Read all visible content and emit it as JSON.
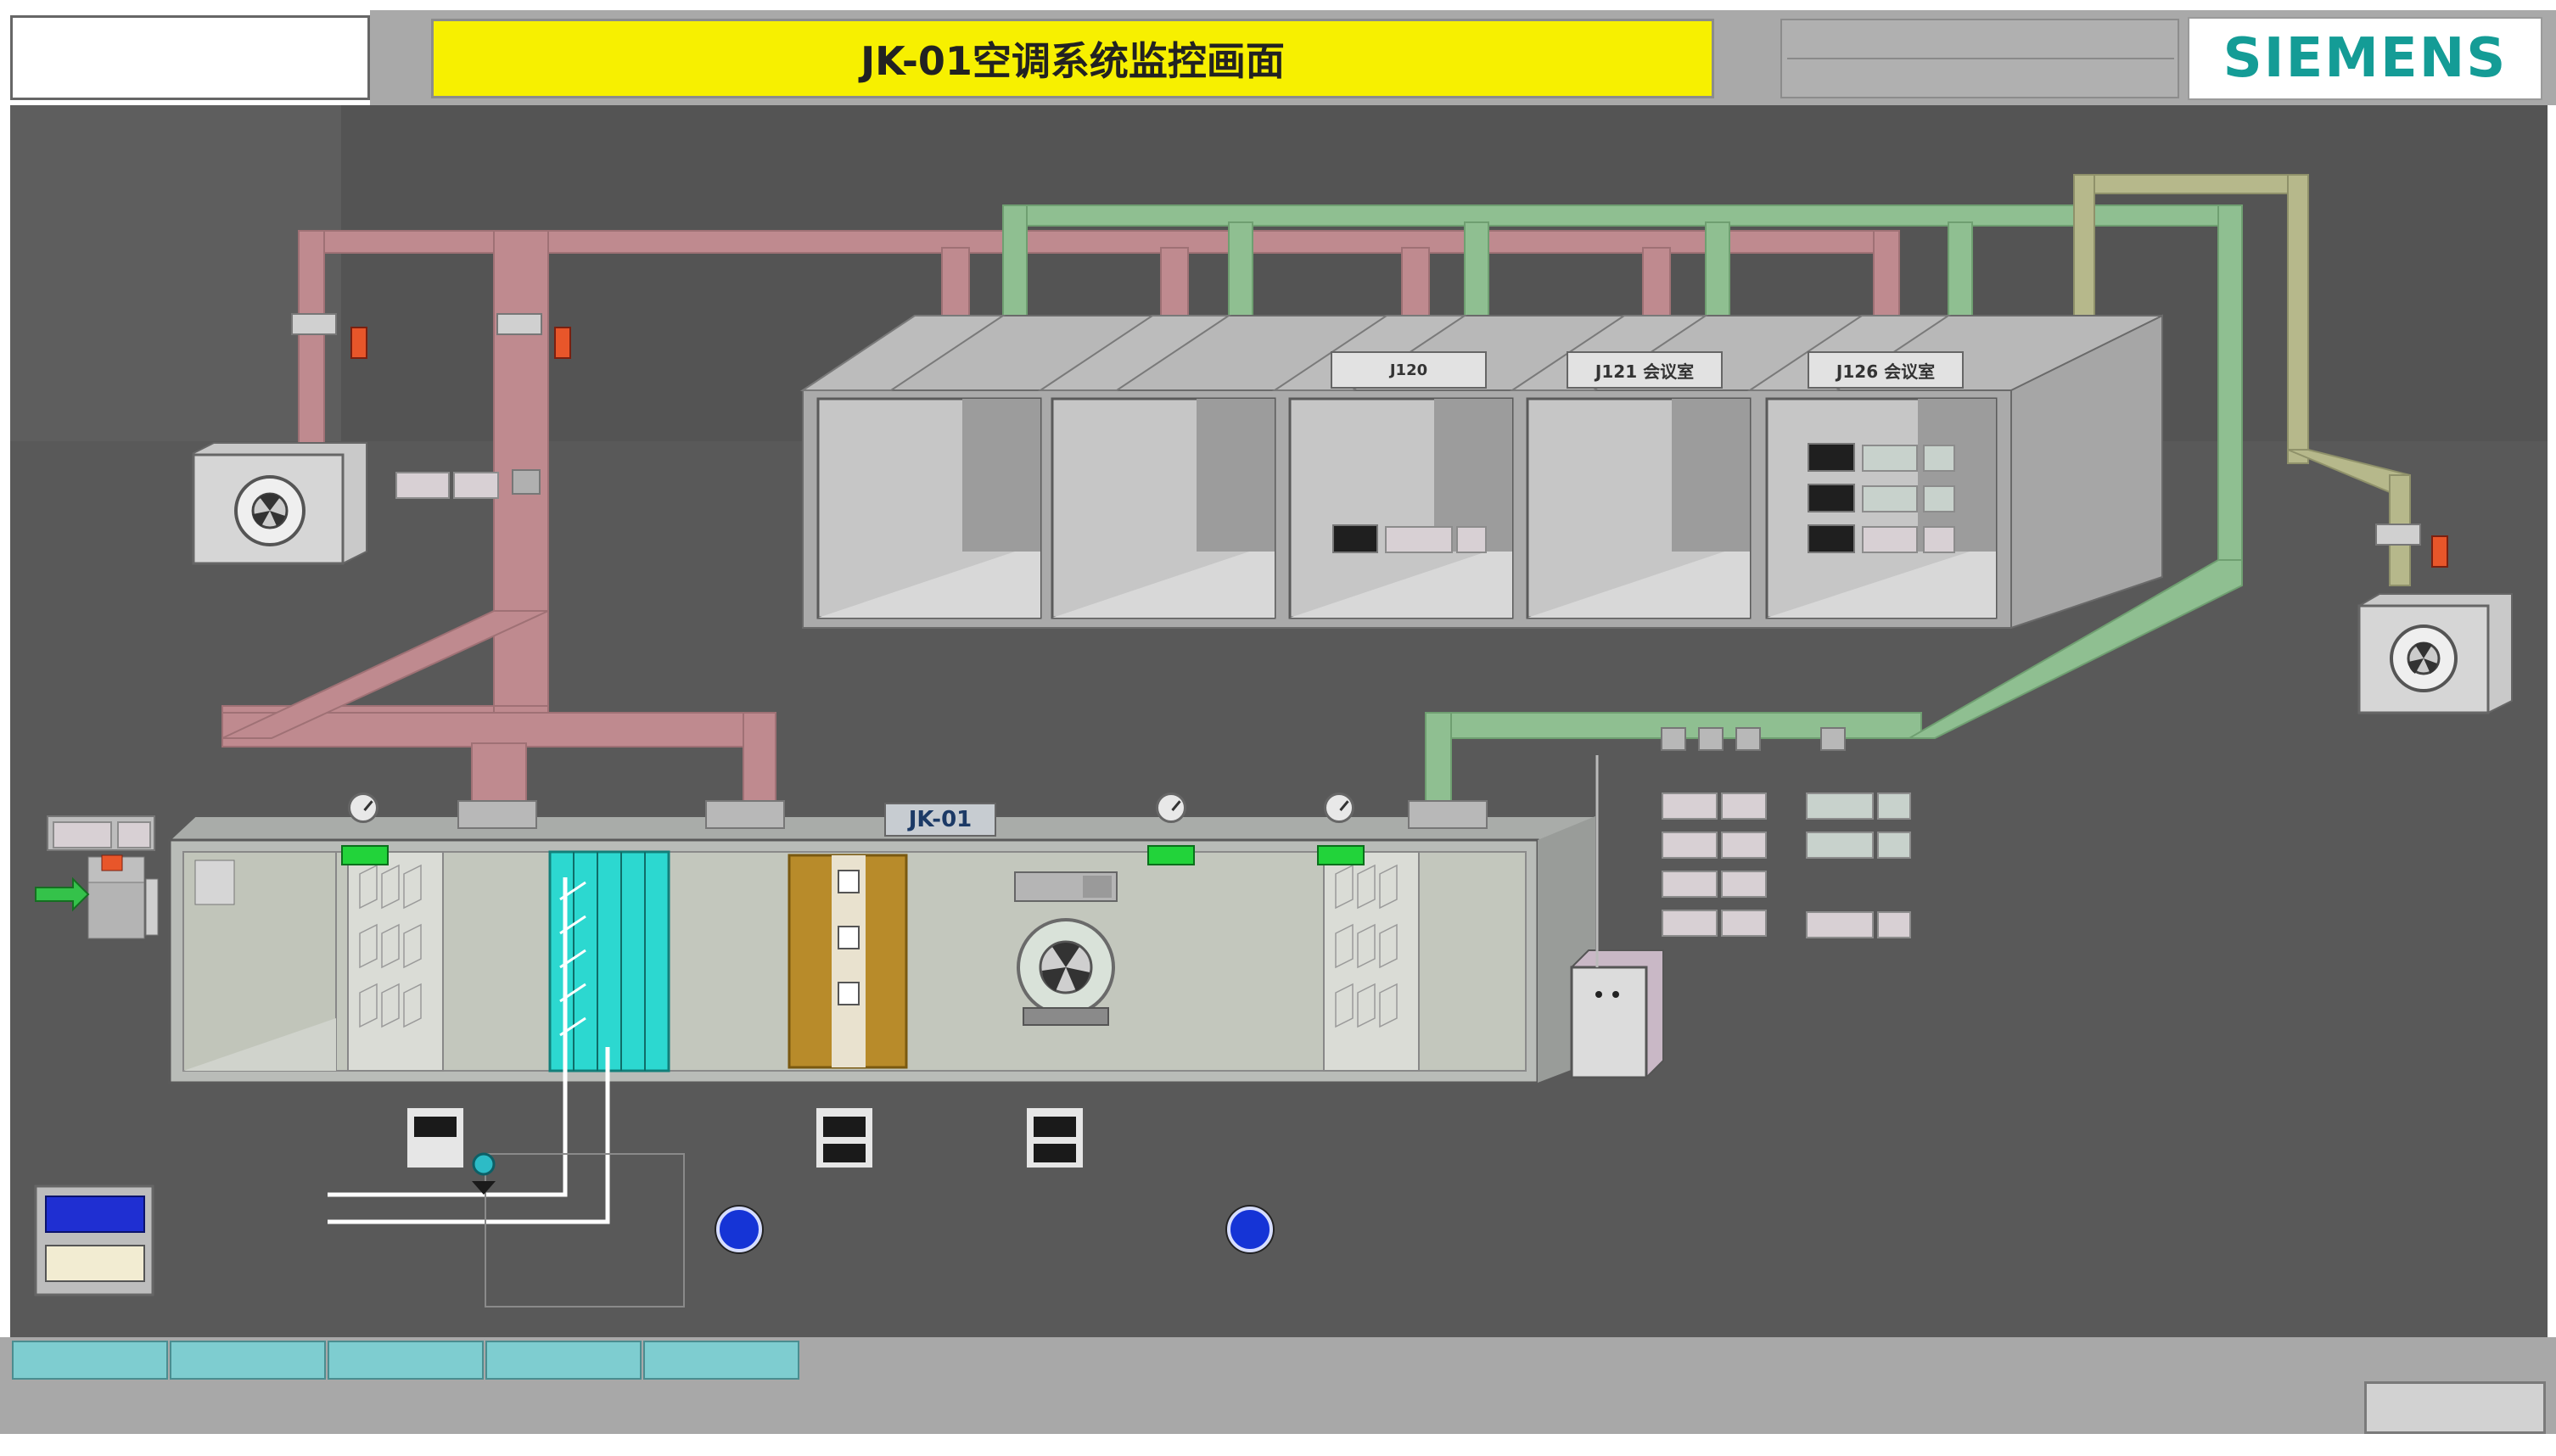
{
  "header": {
    "title": "JK-01空调系统监控画面",
    "brand": "SIEMENS"
  },
  "ahu": {
    "unit_label": "JK-01"
  },
  "rooms": {
    "labels": [
      "J120",
      "J121 会议室",
      "J126 会议室"
    ]
  },
  "colors": {
    "supply_duct": "#bf8a8f",
    "return_duct": "#8fbf91",
    "title_bg": "#f7f000",
    "brand": "#149c96",
    "tab_bg": "#7ecdd0"
  },
  "icons": [
    "fan-icon",
    "damper-icon",
    "valve-icon",
    "gauge-icon",
    "arrow-right-icon"
  ]
}
